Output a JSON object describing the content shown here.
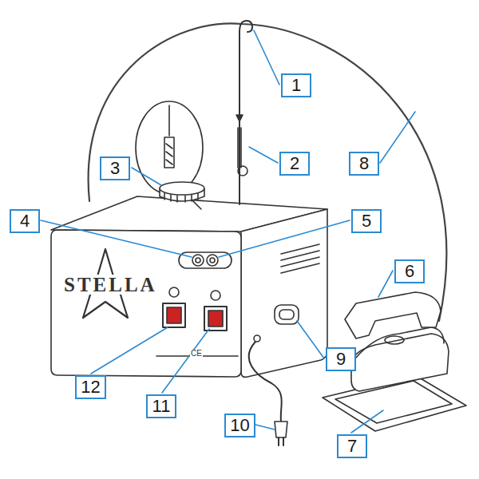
{
  "diagram": {
    "nodes": [
      {
        "text": [
          "1"
        ]
      },
      {
        "text": [
          "2"
        ]
      },
      {
        "text": [
          "3"
        ]
      },
      {
        "text": [
          "4"
        ]
      },
      {
        "text": [
          "5"
        ]
      },
      {
        "text": [
          "6"
        ]
      },
      {
        "text": [
          "7"
        ]
      },
      {
        "text": [
          "8"
        ]
      },
      {
        "text": [
          "9"
        ]
      },
      {
        "text": [
          "10"
        ]
      },
      {
        "text": [
          "11"
        ]
      },
      {
        "text": [
          "12"
        ]
      }
    ],
    "labels": [
      "STELLA",
      "CE"
    ]
  }
}
